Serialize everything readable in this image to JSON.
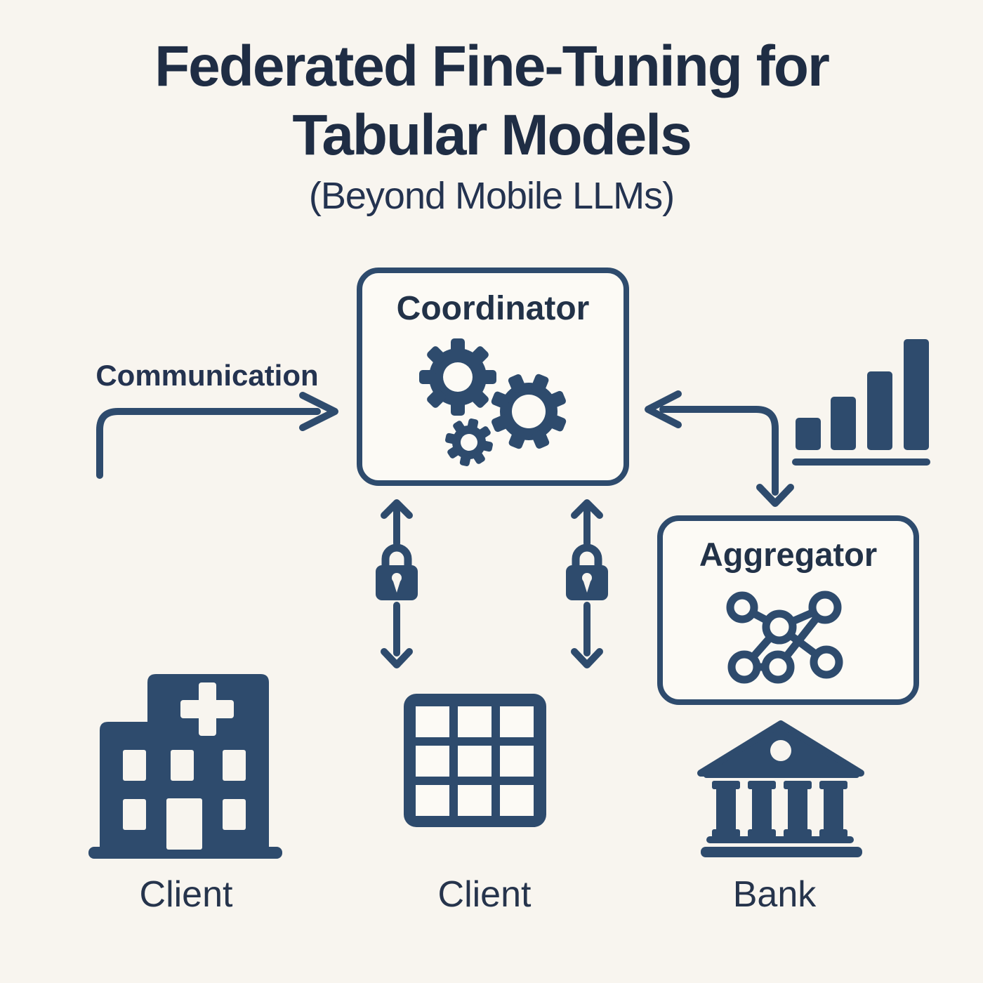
{
  "title": {
    "line1": "Federated Fine-Tuning for",
    "line2": "Tabular Models",
    "subtitle": "(Beyond Mobile LLMs)"
  },
  "nodes": {
    "coordinator": {
      "label": "Coordinator",
      "icon": "gears-icon"
    },
    "aggregator": {
      "label": "Aggregator",
      "icon": "network-graph-icon"
    }
  },
  "communication": {
    "label": "Communication"
  },
  "clients": [
    {
      "label": "Client",
      "icon": "hospital-building-icon"
    },
    {
      "label": "Client",
      "icon": "data-table-icon"
    },
    {
      "label": "Bank",
      "icon": "bank-icon"
    }
  ],
  "security": {
    "icon": "lock-icon",
    "lock_count": 2
  },
  "decorations": {
    "metrics_icon": "bar-chart-icon"
  },
  "colors": {
    "background": "#f8f5ef",
    "panel": "#fcfaf5",
    "ink": "#2e4b6d",
    "text": "#1f2d44"
  }
}
